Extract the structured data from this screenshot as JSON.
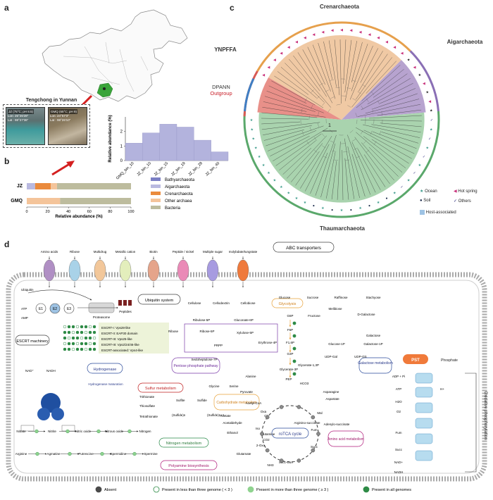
{
  "panels": {
    "a": "a",
    "b": "b",
    "c": "c",
    "d": "d"
  },
  "map": {
    "region_label": "Tengchong in Yunnan",
    "site_jz": "JZ (75°C; pH 8.5)",
    "site_jz_lon": "Lon: 25°26'28\"",
    "site_jz_lat": "Lat : 98°27'36\"",
    "site_gmq": "GMQ (65°C; pH 9)",
    "site_gmq_lon": "Lon: 24°57'3\"",
    "site_gmq_lat": "Lat : 98°26'10\""
  },
  "bin_chart": {
    "ylabel": "Relative abundance (%)",
    "categories": [
      "GMQ_bin_10",
      "JZ_bin_10",
      "JZ_bin_15",
      "JZ_bin_19",
      "JZ_bin_28",
      "JZ_bin_40"
    ],
    "values": [
      1.2,
      1.9,
      2.5,
      2.3,
      1.4,
      0.6
    ],
    "yticks": [
      "0",
      "1",
      "2"
    ],
    "color": "#b3b3dd"
  },
  "stack_chart": {
    "xlabel": "Relative abundance (%)",
    "rows": [
      "JZ",
      "GMQ"
    ],
    "xticks": [
      "0",
      "20",
      "40",
      "60",
      "80",
      "100"
    ],
    "legend": [
      "Bathyarchaeota",
      "Aigarchaeota",
      "Crenarchaeota",
      "Other archaea",
      "Bacteria"
    ],
    "colors": [
      "#7b7fc4",
      "#b9b9e0",
      "#ea8a3c",
      "#f4c49a",
      "#bdbc9e"
    ],
    "data": {
      "JZ": [
        0,
        8,
        15,
        6,
        71
      ],
      "GMQ": [
        0,
        0,
        0,
        32,
        68
      ]
    }
  },
  "tree": {
    "clade_top": "Crenarchaeota",
    "clade_right": "Aigarchaeota",
    "clade_left": "YNPFFA",
    "clade_dpann": "DPANN",
    "clade_outgroup": "Outgroup",
    "clade_bottom": "Thaumarchaeota",
    "scale": "1",
    "legend": {
      "ocean": "Ocean",
      "hot_spring": "Hot spring",
      "soil": "Soil",
      "others": "Others",
      "host": "Host-associated"
    },
    "colors": {
      "cren": "#f0c9a4",
      "aig": "#b7a3cf",
      "ynp": "#e89089",
      "thaum": "#a9d3ae",
      "ring_cren": "#e6a04c",
      "ring_aig": "#8a6fb5",
      "ring_thaum": "#5aa86b",
      "ring_dpann": "#3f7fc4"
    }
  },
  "pathway": {
    "title_abc": "ABC transporters",
    "transporters": [
      "Amino acids",
      "Ribose",
      "Multidrug",
      "Metallic cation",
      "Biotin",
      "Peptide / nickel",
      "Multiple sugar",
      "molybdate/tungstate"
    ],
    "transporter_colors": [
      "#b08fc4",
      "#a9d2e8",
      "#f2c79a",
      "#e3eebc",
      "#e5a48a",
      "#ea8ab7",
      "#a79be0",
      "#ef7a3c"
    ],
    "ubiquitin": "Ubiquitin system",
    "ubiquitin_items": [
      "Ubiquitin",
      "ATP",
      "AMP",
      "E1",
      "E2",
      "E3",
      "Proteasome",
      "Peptides"
    ],
    "escrt": "ESCRT machinery",
    "escrt_items": [
      "ESCRT-I: Vps28-like",
      "ESCRT-II: EAP30 domain",
      "ESCRT-III: Vps25-like",
      "ESCRT-III: Vps2/24/46-like",
      "ESCRT-associated: Vps4-like"
    ],
    "hydrogenase": "Hydrogenase",
    "hydrogenase_maturation": "Hydrogenase maturation",
    "sulfur": "Sulfur metabolism",
    "nitrogen": "Nitrogen metabolism",
    "polyamine": "Polyamine biosynthesis",
    "glycolysis": "Glycolysis",
    "galactose": "Galactose metabolism",
    "pentose": "Pentose phosphate pathway",
    "carbohydrate": "Carbohydrate metabolism",
    "rotca": "roTCA cycle",
    "amino_acid": "Amino acid metabolism",
    "oxphos": "Oxidative phosphorylation",
    "pst": "PST",
    "phosphate": "Phosphate",
    "metabolites_sugar": [
      "Cellulose",
      "Cellodextrin",
      "Cellobiose",
      "Glucose",
      "Sucrose",
      "Raffinose",
      "Stachyose",
      "Melibiose",
      "D-Galactose",
      "Galactose",
      "Fructose",
      "Glucose-1P",
      "Galactose-1P",
      "UDP-Gal",
      "UDP-Glc"
    ],
    "metabolites_ppp": [
      "Ribulose-5P",
      "Gluconate-6P",
      "Ribose",
      "Ribose-5P",
      "Xylulose-5P",
      "Erythrose-4P",
      "PRPP",
      "Sedoheptulose-7P"
    ],
    "metabolites_glyc": [
      "G6P",
      "F6P",
      "F1,6P",
      "G3P",
      "Glycerate-1,3P",
      "Glycerate-3P",
      "PEP",
      "Pyruvate",
      "Acetyl-CoA",
      "HCO3",
      "Oxa",
      "Mal",
      "Fum",
      "Succ",
      "Succ-CoA",
      "2-Oxo",
      "Iso",
      "Cit"
    ],
    "metabolites_aa": [
      "Alanine",
      "Glycine",
      "Serine",
      "Asparagine",
      "Aspartate",
      "Arginino-succinate",
      "Adenylo-succinate",
      "Glutamine",
      "Glutamate",
      "NH3",
      "Acetate",
      "Acetaldehyde",
      "Ethanol",
      "CO2"
    ],
    "sulfur_items": [
      "Trithionate",
      "Thiosulfate",
      "Tetrathionate",
      "Sulfite",
      "Sulfide",
      "L-Cysteine",
      "(Sulfide)n",
      "(Sulfide)n+1"
    ],
    "nitrogen_items": [
      "Nitrate",
      "Nitrite",
      "Nitric oxide",
      "Nitrous oxide",
      "Nitrogen"
    ],
    "polyamine_items": [
      "Arginine",
      "Agmatine",
      "Putrescine",
      "Spermidine",
      "Spermine"
    ],
    "oxphos_items": [
      "ADP + Pi",
      "ATP",
      "H2O",
      "O2",
      "Fum",
      "Succ",
      "NAD+",
      "NADH",
      "H+"
    ],
    "legend": [
      "Absent",
      "Present in less than three genome ( < 3 )",
      "Present in more than three genome ( ≥ 3 )",
      "Present in all genomes"
    ],
    "legend_colors": [
      "#4a4a4a",
      "#ffffff",
      "#8fd38f",
      "#2e8b46"
    ]
  }
}
